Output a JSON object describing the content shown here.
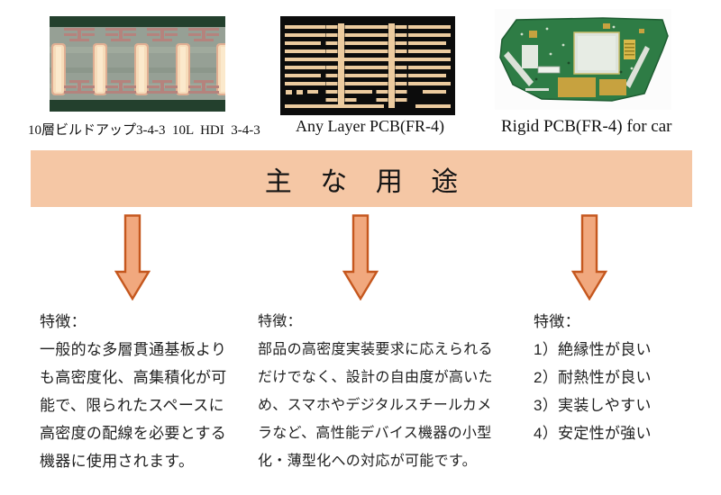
{
  "colors": {
    "banner_bg": "#F5C7A5",
    "arrow_fill": "#F1A87E",
    "arrow_stroke": "#C5571E",
    "body_text": "#1F1F1F"
  },
  "gallery": [
    {
      "name": "hdi-buildup-cross-section",
      "caption": "10層ビルドアップ3-4-3  10L  HDI  3-4-3"
    },
    {
      "name": "any-layer-cross-section",
      "caption": "Any Layer PCB(FR-4)"
    },
    {
      "name": "rigid-car-board",
      "caption": "Rigid PCB(FR-4) for car"
    }
  ],
  "banner": {
    "title": "主な用途"
  },
  "features": [
    {
      "label": "特徴：",
      "lines": [
        "一般的な多層貫通基板より",
        "も高密度化、高集積化が可",
        "能で、限られたスペースに",
        "高密度の配線を必要とする",
        "機器に使用されます。"
      ]
    },
    {
      "label": "特徴：",
      "lines": [
        "部品の高密度実装要求に応えられる",
        "だけでなく、設計の自由度が高いた",
        "め、スマホやデジタルスチールカメ",
        "ラなど、高性能デバイス機器の小型",
        "化・薄型化への対応が可能です。"
      ]
    },
    {
      "label": "特徴：",
      "lines": [
        "1）絶縁性が良い",
        "2）耐熱性が良い",
        "3）実装しやすい",
        "4）安定性が強い"
      ]
    }
  ]
}
